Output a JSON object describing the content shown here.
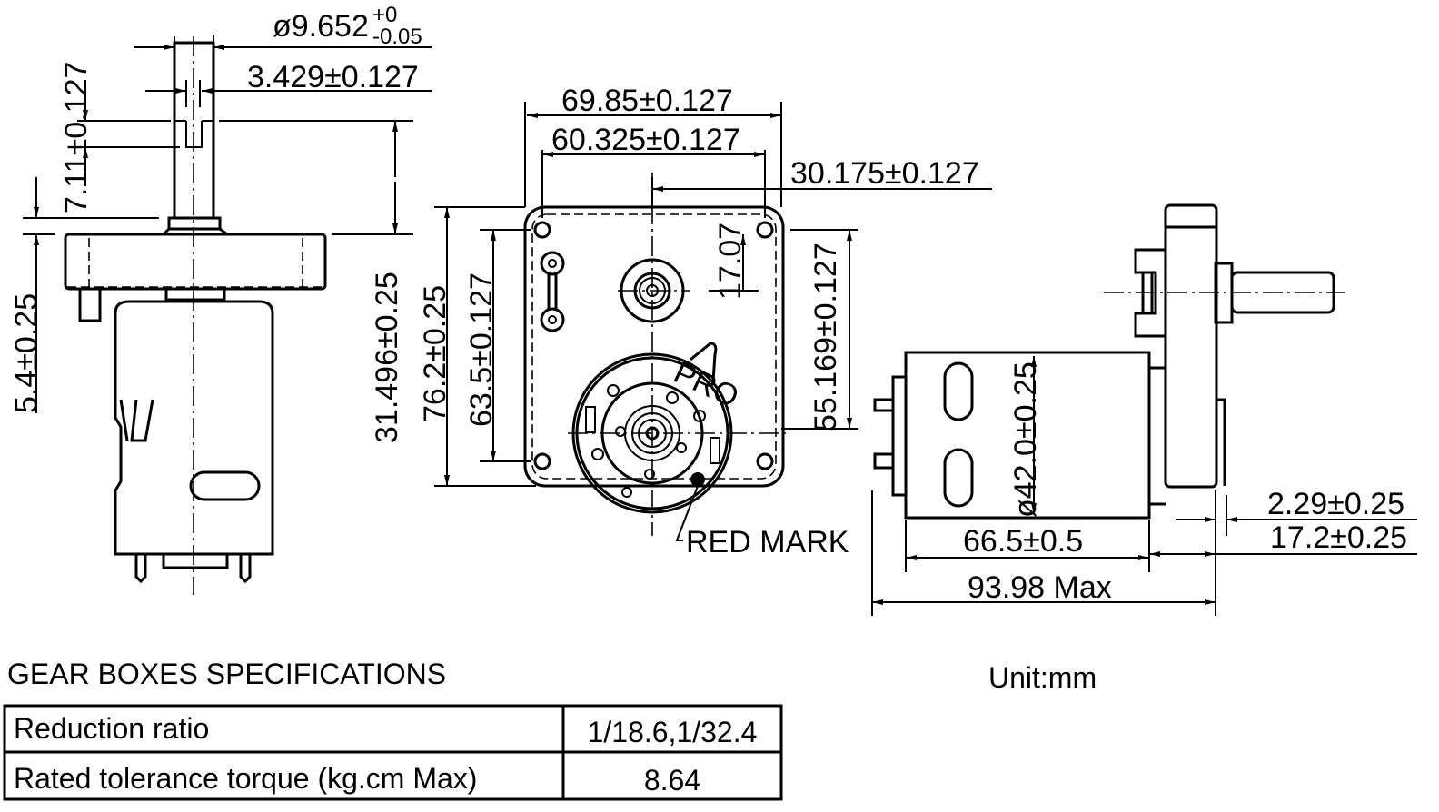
{
  "dimensions": {
    "shaft_diameter": "ø9.652",
    "shaft_diameter_tol_upper": "+0",
    "shaft_diameter_tol_lower": "-0.05",
    "flat_width": "3.429±0.127",
    "flat_depth": "7.11±0.127",
    "collar_height": "5.4±0.25",
    "shaft_length": "31.496±0.25",
    "overall_width": "69.85±0.127",
    "hole_spacing_x": "60.325±0.127",
    "shaft_offset_x": "30.175±0.127",
    "overall_height": "76.2±0.25",
    "hole_spacing_y": "63.5±0.127",
    "shaft_offset_y": "17.07",
    "motor_offset_y": "55.169±0.127",
    "motor_diameter": "ø42.0±0.25",
    "motor_length": "66.5±0.5",
    "total_length": "93.98 Max",
    "flange_gap": "2.29±0.25",
    "gearbox_depth": "17.2±0.25"
  },
  "annotations": {
    "red_mark": "RED MARK",
    "brand_mark": "PRO",
    "unit": "Unit:mm"
  },
  "specs": {
    "title": "GEAR BOXES SPECIFICATIONS",
    "rows": [
      {
        "label": "Reduction ratio",
        "value": "1/18.6,1/32.4"
      },
      {
        "label": "Rated tolerance torque (kg.cm Max)",
        "value": "8.64"
      }
    ]
  }
}
